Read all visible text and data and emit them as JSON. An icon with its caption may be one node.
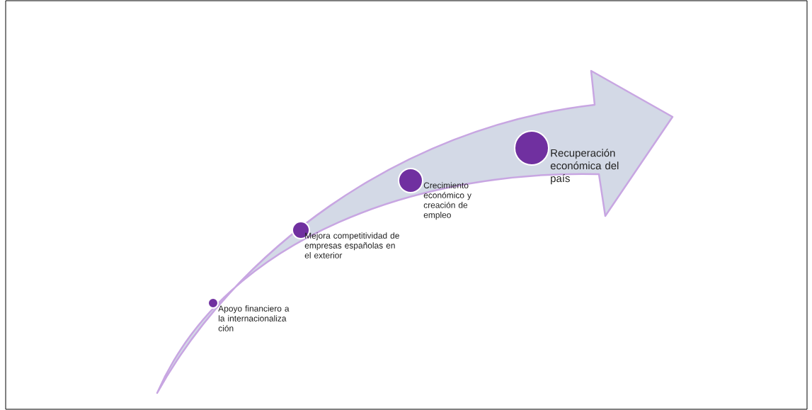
{
  "diagram": {
    "nodes": [
      {
        "text": [
          "Apoyo financiero a la internacionaliza ción"
        ]
      },
      {
        "text": [
          "Mejora competitividad de empresas españolas en el exterior"
        ]
      },
      {
        "text": [
          "Crecimiento económico y creación de empleo"
        ]
      },
      {
        "text": [
          "Recuperación económica del país"
        ]
      }
    ]
  }
}
